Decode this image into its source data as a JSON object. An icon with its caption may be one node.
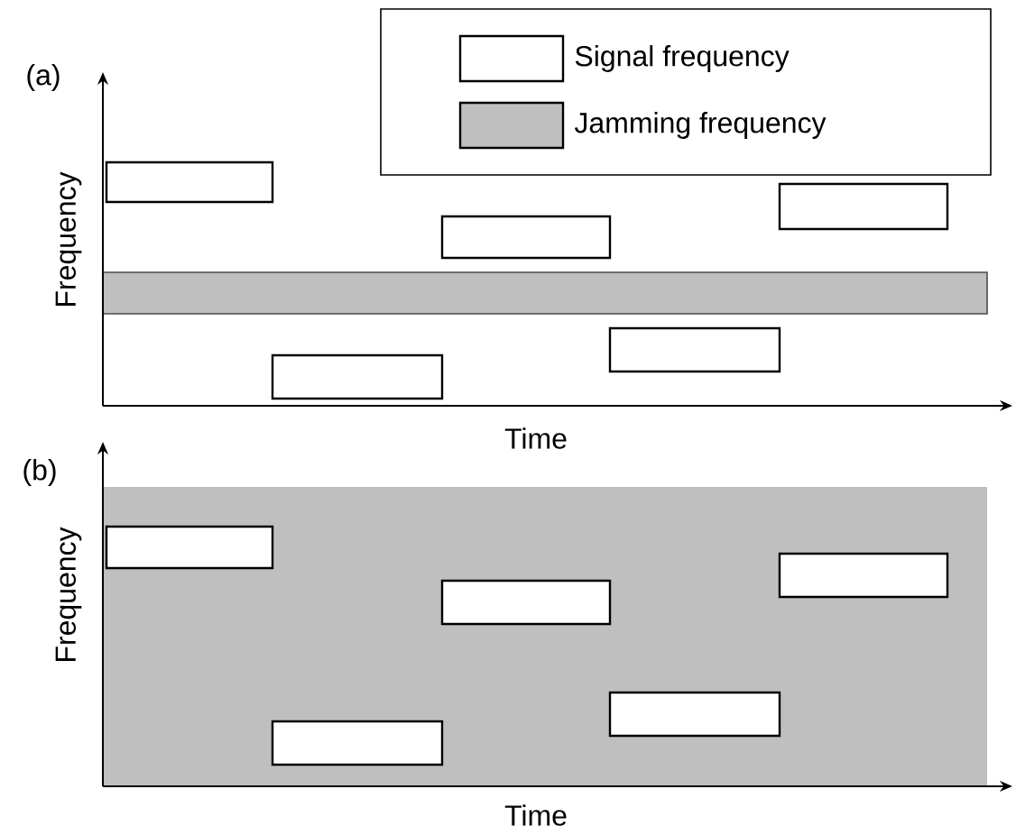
{
  "diagram": {
    "labels": [
      "(a)",
      "Frequency",
      "Time",
      "(b)",
      "Frequency",
      "Time"
    ],
    "legend": [
      {
        "text": "Signal frequency"
      },
      {
        "text": "Jamming frequency",
        "color": "#bfbfbf"
      }
    ]
  }
}
